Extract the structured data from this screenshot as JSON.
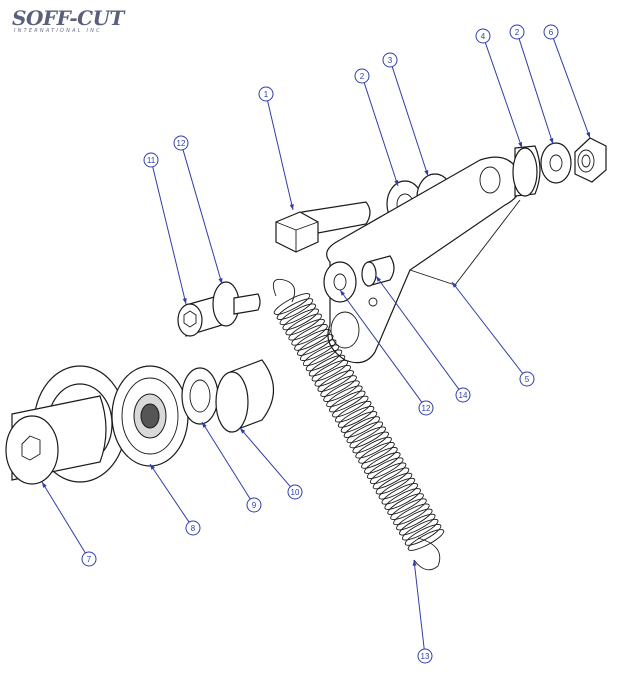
{
  "logo": {
    "brand": "SOFF-CUT",
    "subtitle": "INTERNATIONAL INC"
  },
  "balloons": [
    {
      "id": "1",
      "label": "1"
    },
    {
      "id": "2a",
      "label": "2"
    },
    {
      "id": "3",
      "label": "3"
    },
    {
      "id": "4",
      "label": "4"
    },
    {
      "id": "2b",
      "label": "2"
    },
    {
      "id": "6",
      "label": "6"
    },
    {
      "id": "11",
      "label": "11"
    },
    {
      "id": "12a",
      "label": "12"
    },
    {
      "id": "12b",
      "label": "12"
    },
    {
      "id": "14",
      "label": "14"
    },
    {
      "id": "5",
      "label": "5"
    },
    {
      "id": "10",
      "label": "10"
    },
    {
      "id": "9",
      "label": "9"
    },
    {
      "id": "8",
      "label": "8"
    },
    {
      "id": "7",
      "label": "7"
    },
    {
      "id": "13",
      "label": "13"
    }
  ],
  "colors": {
    "balloon": "#2f3ea8",
    "line": "#1a1a1a",
    "logo": "#5a5f7a"
  }
}
